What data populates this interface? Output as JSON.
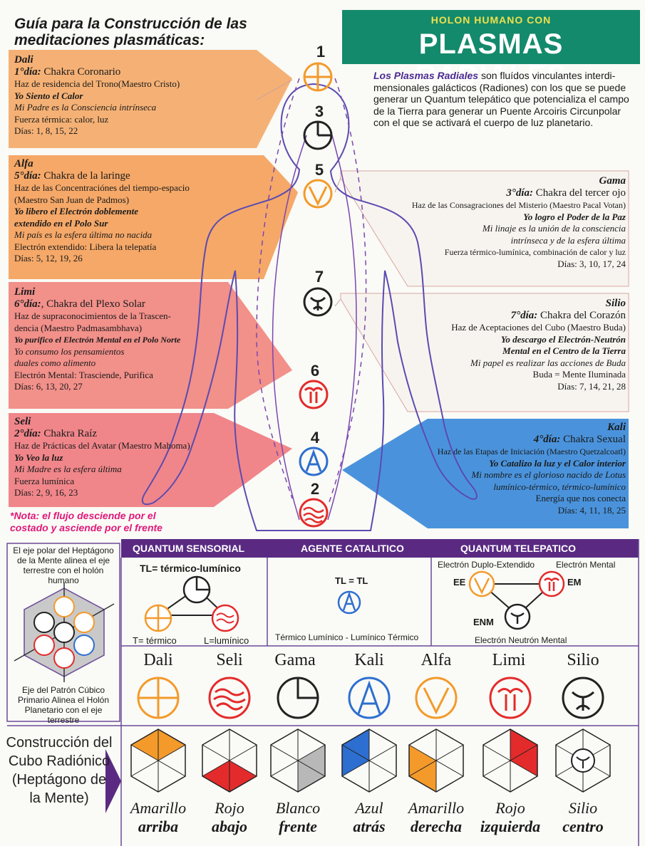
{
  "title_left": "Guía para la Construcción de las meditaciones plasmáticas:",
  "header": {
    "subtitle": "HOLON HUMANO CON",
    "title": "PLASMAS RADIALES"
  },
  "intro": {
    "highlight": "Los Plasmas Radiales",
    "text": " son fluídos vinculantes interdi-mensionales galácticos (Radiones) con los que se puede generar un Quantum telepático que potencializa el campo de la Tierra para generar un Puente Arcoiris Circunpolar con el que se activará el cuerpo de luz planetario."
  },
  "chakra_numbers": [
    "1",
    "3",
    "5",
    "7",
    "6",
    "4",
    "2"
  ],
  "panels": {
    "dali": {
      "name": "Dali",
      "day": "1°día:",
      "chakra": " Chakra Coronario",
      "l1": "Haz de residencia del ",
      "l1b": "Trono(Maestro Cristo)",
      "l2": "Yo Siento el Calor",
      "l3": "Mi Padre es la Consciencia intrínseca",
      "l4": "Fuerza térmica: calor, luz",
      "l5": "Días: 1, 8, 15, 22"
    },
    "alfa": {
      "name": "Alfa",
      "day": "5°día:",
      "chakra": " Chakra de la laringe",
      "l1": "Haz de las Concentraciónes del tiempo-espacio",
      "l2": "(Maestro San Juan de Padmos)",
      "l3": "Yo libero el Electrón doblemente",
      "l4": "extendido en el Polo Sur",
      "l5": "Mi país es la esfera última no nacida",
      "l6": "Electrón extendido: Libera la telepatía",
      "l7": "Días: 5, 12, 19, 26"
    },
    "limi": {
      "name": "Limi",
      "day": "6°día:",
      "chakra": ", Chakra del Plexo Solar",
      "l1": "Haz de supraconocimientos de la ",
      "l1b": "Trascen-",
      "l2": "dencia (Maestro Padmasambhava)",
      "l3": "Yo purifico el Electrón Mental en el Polo Norte",
      "l4": "Yo consumo los pensamientos",
      "l5": "duales como alimento",
      "l6": "Electrón Mental: ",
      "l6b": "Trasciende, Purifica",
      "l7": "Días: 6, 13, 20, 27"
    },
    "seli": {
      "name": "Seli",
      "day": "2°día:",
      "chakra": " Chakra Raíz",
      "l1": "Haz de Prácticas del Avatar (Maestro Mahoma)",
      "l2a": "Yo ",
      "l2b": "Veo la luz",
      "l3": "Mi Madre es la esfera última",
      "l4": "Fuerza lumínica",
      "l5": "Días: 2, 9, 16, 23"
    },
    "gama": {
      "name": "Gama",
      "day": "3°día:",
      "chakra": " Chakra del tercer ojo",
      "l1": "Haz de las Consagraciones del Misterio (Maestro Pacal Votan)",
      "l2": "Yo logro el Poder de la Paz",
      "l3": "Mi linaje es la unión de la consciencia",
      "l4": "intrínseca y de la esfera última",
      "l5": "Fuerza térmico-lumínica, combinación de calor y luz",
      "l6": "Días: 3, 10, 17, 24"
    },
    "silio": {
      "name": "Silio",
      "day": "7°día:",
      "chakra": " Chakra del Corazón",
      "l1a": "Haz de ",
      "l1b": "Aceptaciones del Cubo (Maestro Buda)",
      "l2": "Yo descargo el Electrón-Neutrón",
      "l3": "Mental en el Centro de la Tierra",
      "l4": "Mi papel es realizar las acciones de Buda",
      "l5": "Buda = Mente Iluminada",
      "l6": "Días: 7, 14, 21, 28"
    },
    "kali": {
      "name": "Kali",
      "day": "4°día:",
      "chakra": " Chakra Sexual",
      "l1": "Haz de las Etapas de Iniciación (Maestro Quetzalcoatl)",
      "l2": "Yo Catalizo la luz y el Calor interior",
      "l3": "Mi nombre es el glorioso nacido de Lotus",
      "l4": "lumínico-térmico, térmico-lumínico",
      "l5": "Energía que nos conecta",
      "l6": "Días: 4, 11, 18, 25"
    }
  },
  "note": "*Nota: el flujo desciende por el costado y asciende por el frente",
  "band": {
    "a": "QUANTUM SENSORIAL",
    "b": "AGENTE CATALITICO",
    "c": "QUANTUM TELEPATICO"
  },
  "heptagon": {
    "top": "El eje polar del Heptágono de la Mente alinea el eje terrestre con el holón humano",
    "bottom": "Eje del Patrón Cúbico Primario Alinea el Holón Planetario con el eje terrestre"
  },
  "sensorial": {
    "tl": "TL= térmico-lumínico",
    "t": "T= térmico",
    "l": "L=lumínico"
  },
  "catalitico": {
    "tl": "TL = TL",
    "caption": "Térmico Lumínico - Lumínico Térmico"
  },
  "telepatico": {
    "a": "Electrón Duplo-Extendido",
    "b": "Electrón Mental",
    "ee": "EE",
    "em": "EM",
    "enm": "ENM",
    "c": "Electrón Neutrón Mental"
  },
  "symbols": [
    "Dali",
    "Seli",
    "Gama",
    "Kali",
    "Alfa",
    "Limi",
    "Silio"
  ],
  "cubo_title": "Construcción del Cubo Radiónico (Heptágono de la Mente)",
  "cubes": [
    {
      "color": "Amarillo",
      "dir": "arriba"
    },
    {
      "color": "Rojo",
      "dir": "abajo"
    },
    {
      "color": "Blanco",
      "dir": "frente"
    },
    {
      "color": "Azul",
      "dir": "atrás"
    },
    {
      "color": "Amarillo",
      "dir": "derecha"
    },
    {
      "color": "Rojo",
      "dir": "izquierda"
    },
    {
      "color": "Silio",
      "dir": "centro"
    }
  ],
  "colors": {
    "orange": "#f2a65a",
    "salmon": "#ef8a86",
    "blue": "#3f86d6",
    "purple": "#5a2a82",
    "green": "#138a6c",
    "red": "#e32b2b",
    "yellow_orange": "#f39a2b"
  }
}
